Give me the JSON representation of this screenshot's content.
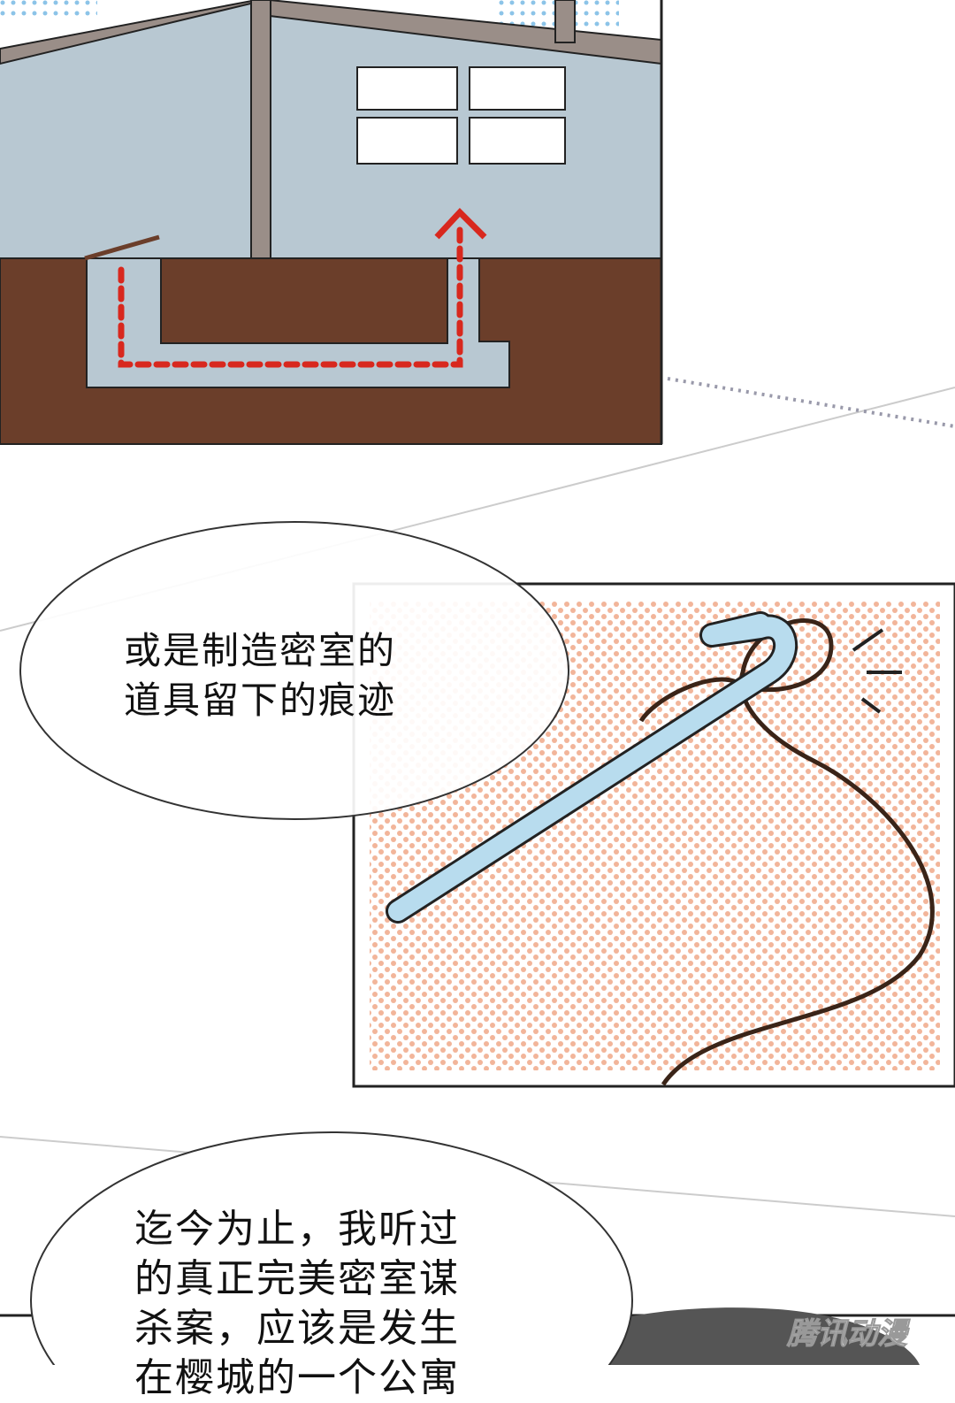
{
  "panel2": {
    "bubble_lines": [
      "或是制造密室的",
      "道具留下的痕迹"
    ]
  },
  "panel3": {
    "bubble_lines": [
      "迄今为止，我听过",
      "的真正完美密室谋",
      "杀案，应该是发生",
      "在樱城的一个公寓"
    ]
  },
  "watermark": "腾讯动漫",
  "colors": {
    "wall": "#b8c8d2",
    "ground": "#6b3e2a",
    "beam": "#9a8e88",
    "path_red": "#d8281e",
    "hook": "#b8dcee",
    "dots": "#f0b090"
  }
}
